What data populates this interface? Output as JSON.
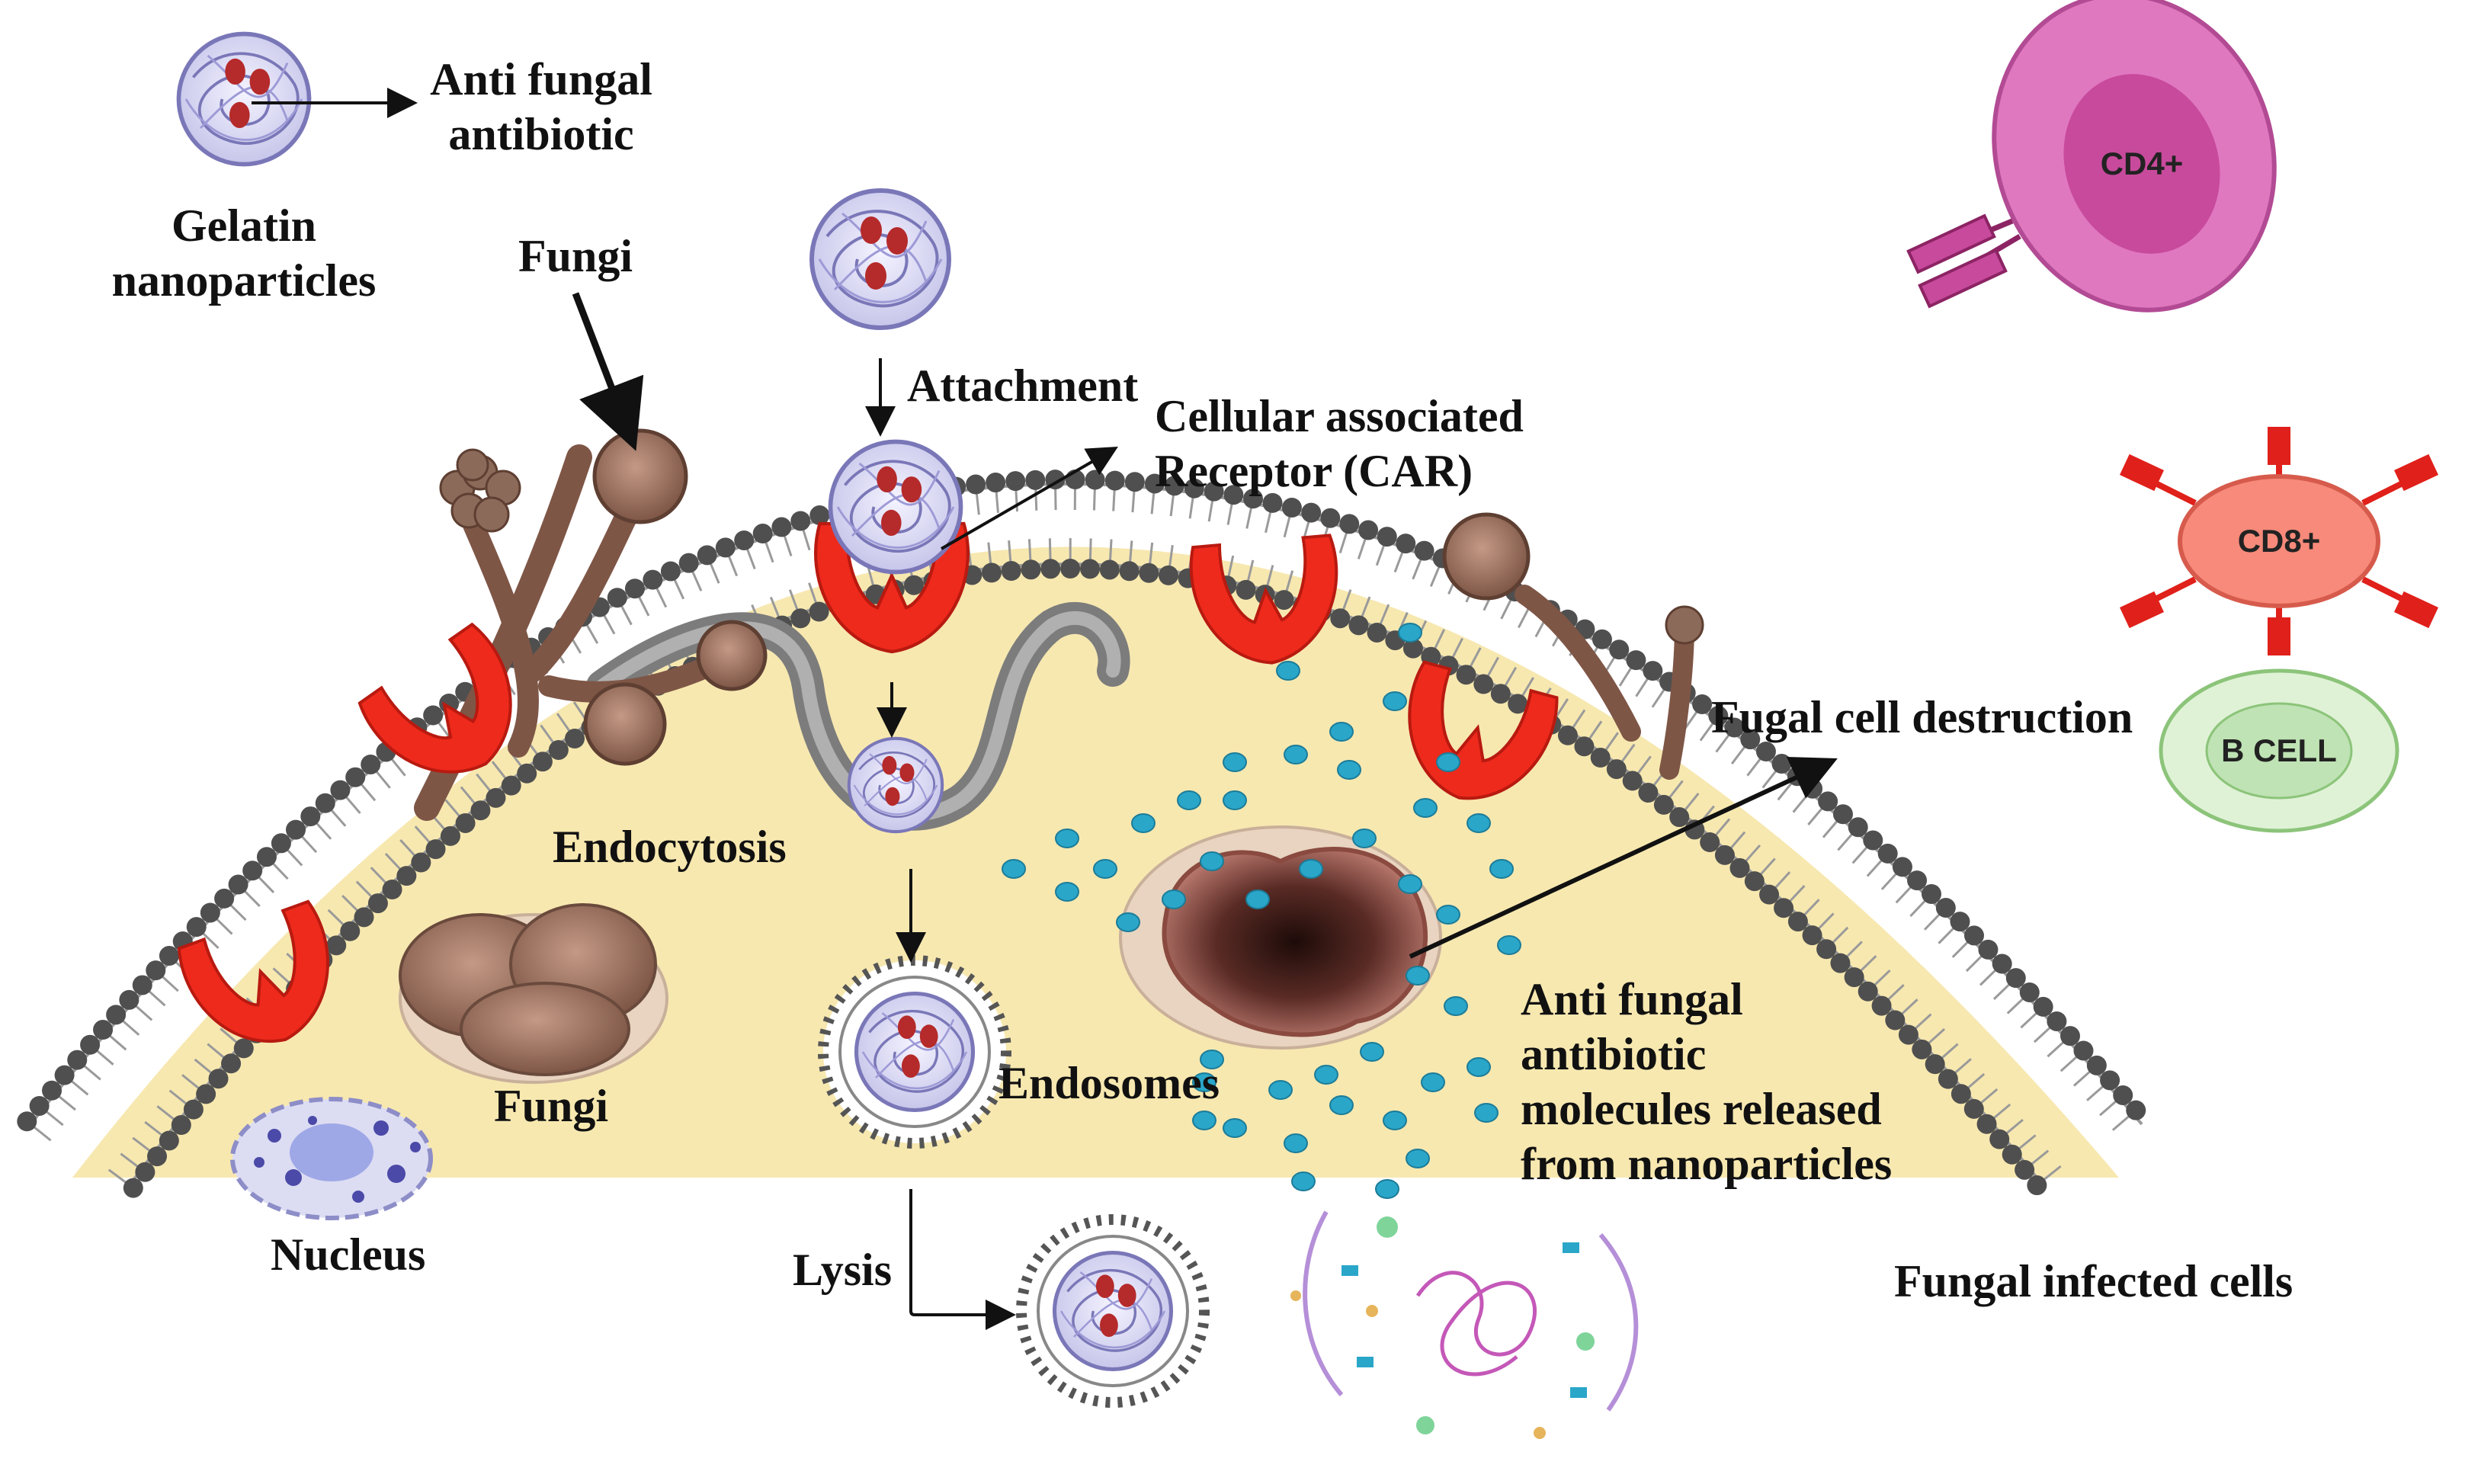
{
  "labels": {
    "gelatin_np_line1": "Gelatin",
    "gelatin_np_line2": "nanoparticles",
    "antifungal_line1": "Anti fungal",
    "antifungal_line2": "antibiotic",
    "fungi_top": "Fungi",
    "attachment": "Attachment",
    "car_line1": "Cellular associated",
    "car_line2": "Receptor (CAR)",
    "endocytosis": "Endocytosis",
    "fungi_bottom": "Fungi",
    "endosomes": "Endosomes",
    "nucleus": "Nucleus",
    "lysis": "Lysis",
    "fungal_destruction": "Fugal cell destruction",
    "released_line1": "Anti fungal",
    "released_line2": "antibiotic",
    "released_line3": "molecules released",
    "released_line4": "from nanoparticles",
    "fungal_infected": "Fungal infected cells"
  },
  "immune_cells": {
    "cd4": "CD4+",
    "cd8": "CD8+",
    "bcell": "B CELL"
  },
  "colors": {
    "cytoplasm": "#f7e8b0",
    "membrane_head": "#4f4f4f",
    "receptor": "#ee2a1c",
    "fungus": "#8b6a5a",
    "nanoparticle_mesh": "#8a87c6",
    "drug_core": "#b52a2a",
    "antibiotic_molecule": "#2aa6c9",
    "cd4_outer": "#e078c0",
    "cd4_inner": "#c84a9c",
    "cd8": "#f78a7a",
    "bcell": "#bfe3b4"
  }
}
